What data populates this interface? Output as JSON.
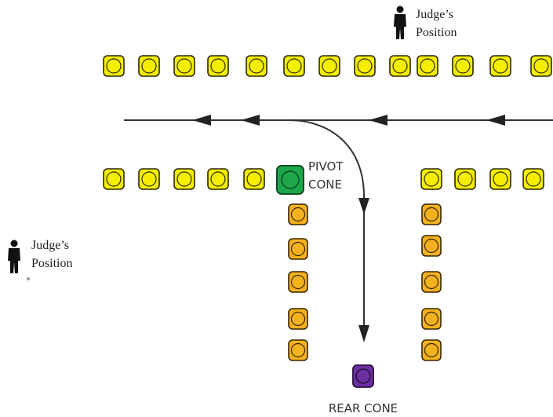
{
  "labels": {
    "judge_top_line1": "Judge’s",
    "judge_top_line2": "Position",
    "judge_left_line1": "Judge’s",
    "judge_left_line2": "Position",
    "pivot_line1": "PIVOT",
    "pivot_line2": "CONE",
    "rear": "REAR CONE"
  },
  "colors": {
    "yellow_fill": "#f5ee00",
    "yellow_stroke": "#2a2a00",
    "orange_fill": "#f5b21f",
    "orange_stroke": "#3a2600",
    "green_fill": "#1ea64a",
    "green_stroke": "#0d4d22",
    "purple_fill": "#6b2fa3",
    "purple_stroke": "#2a1040",
    "line": "#333333",
    "figure": "#111111"
  },
  "icons": {
    "judge": "person-icon",
    "arrow": "arrowhead-icon"
  }
}
